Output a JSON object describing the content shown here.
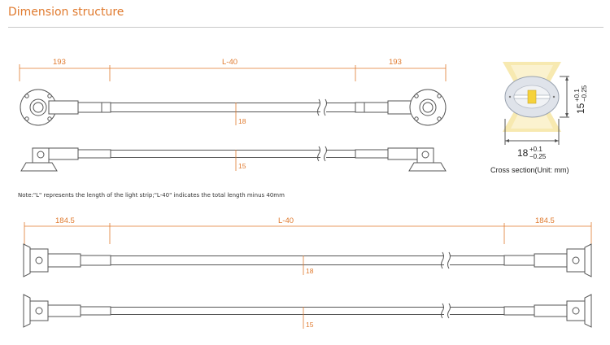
{
  "header": {
    "title": "Dimension structure"
  },
  "note": "Note:\"L\" represents the length of the light strip;\"L-40\" indicates the total length minus 40mm",
  "top_diagram": {
    "dim_left": "193",
    "dim_mid": "L-40",
    "dim_right": "193",
    "marker_upper": "18",
    "marker_lower": "15"
  },
  "bottom_diagram": {
    "dim_left": "184.5",
    "dim_mid": "L-40",
    "dim_right": "184.5",
    "marker_upper": "18",
    "marker_lower": "15"
  },
  "cross_section": {
    "width_value": "18",
    "width_tol_plus": "+0.1",
    "width_tol_minus": "−0.25",
    "height_value": "15",
    "height_tol_plus": "+0.1",
    "height_tol_minus": "−0.25",
    "caption": "Cross section(Unit: mm)"
  },
  "colors": {
    "accent": "#e07a2e",
    "line": "#555555",
    "glow": "#f7e9b0",
    "chip": "#f5d23c"
  }
}
